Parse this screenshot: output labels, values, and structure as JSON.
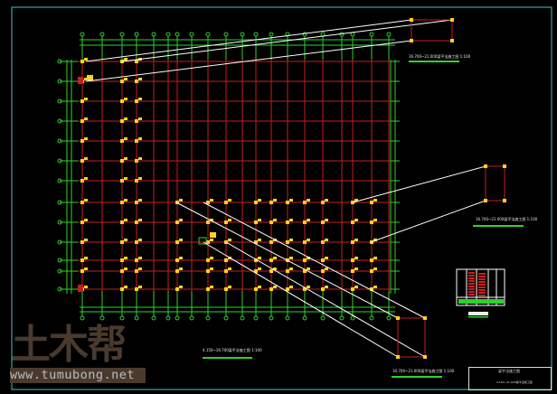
{
  "watermark": {
    "logo": "土木帮",
    "url": "www.tumubong.net"
  },
  "detail_labels": [
    {
      "text": "16.700~21.000梁平法施工图",
      "scale": "1:100"
    },
    {
      "text": "16.700~21.000梁平法施工图",
      "scale": "1:100"
    },
    {
      "text": "16.700~21.000梁平法施工图",
      "scale": "1:100"
    },
    {
      "text": "4.150~16.700梁平法施工图",
      "scale": "1:100"
    }
  ],
  "title_block": {
    "title": "梁平法施工图",
    "subtitle": "4.150~21.000梁平法施工图"
  },
  "colors": {
    "grid_red": "#c81e1e",
    "axis_green": "#2fd22f",
    "column_yellow": "#ffd21e",
    "leader_white": "#ffffff",
    "border_cyan": "#3cc8c8"
  }
}
